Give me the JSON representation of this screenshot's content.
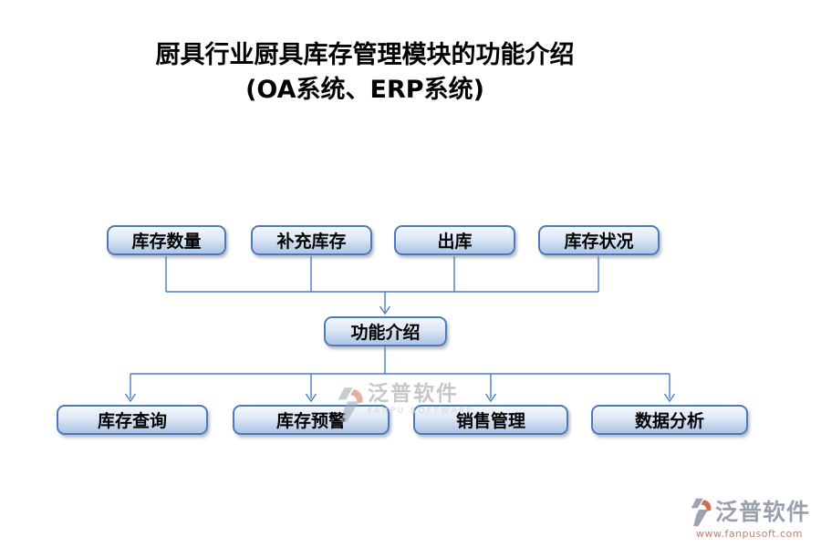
{
  "title": {
    "line1": "厨具行业厨具库存管理模块的功能介绍",
    "line2": "(OA系统、ERP系统)"
  },
  "diagram": {
    "top_row": [
      {
        "label": "库存数量"
      },
      {
        "label": "补充库存"
      },
      {
        "label": "出库"
      },
      {
        "label": "库存状况"
      }
    ],
    "center": {
      "label": "功能介绍"
    },
    "bottom_row": [
      {
        "label": "库存查询"
      },
      {
        "label": "库存预警"
      },
      {
        "label": "销售管理"
      },
      {
        "label": "数据分析"
      }
    ]
  },
  "watermark": {
    "name": "泛普软件",
    "subtitle": "FANPU SOFTWARE"
  },
  "footer_logo": {
    "name": "泛普软件",
    "url": "www.fanpusoft.com"
  },
  "colors": {
    "box_border": "#4d79bb",
    "box_fill_light": "#f2f7fd",
    "box_fill_dark": "#aec5e6",
    "connector": "#4a7ebd",
    "logo_gray": "#9ba3b0",
    "logo_red": "#cd6e54",
    "watermark_text": "#c7c7c7",
    "footer_name": "#99a1ad",
    "footer_url": "#c57f76"
  }
}
